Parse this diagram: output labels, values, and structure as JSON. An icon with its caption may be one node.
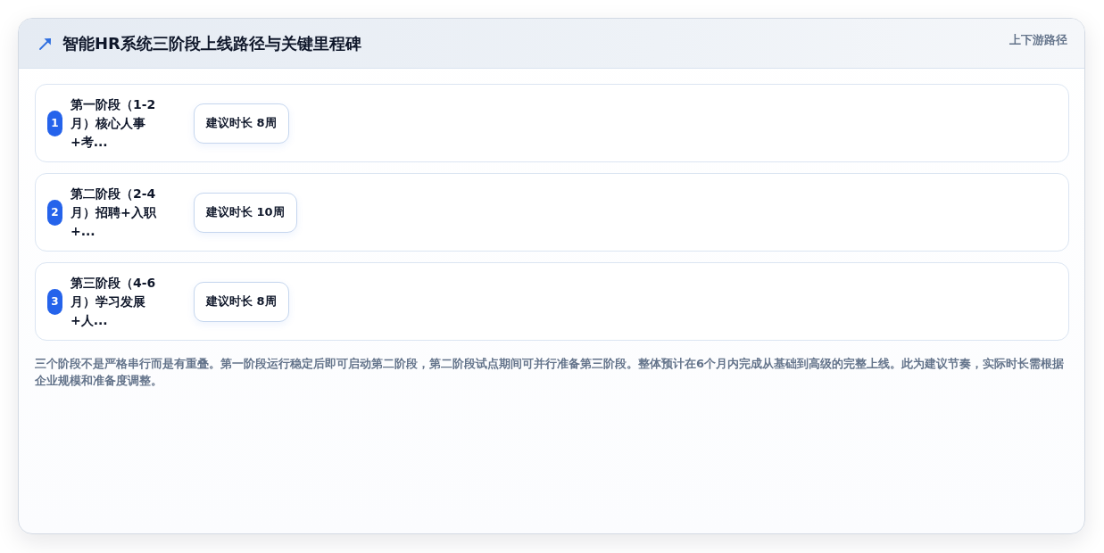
{
  "diagram": {
    "title": "智能HR系统三阶段上线路径与关键里程碑",
    "nodes": [
      {
        "text": [
          "第一阶段（1-2月）核心人事+考..."
        ]
      },
      {
        "text": [
          "1"
        ],
        "in": 0
      },
      {
        "text": [
          "建议时长 8周"
        ],
        "in": 0
      },
      {
        "text": [
          "第二阶段（2-4月）招聘+入职+..."
        ]
      },
      {
        "text": [
          "2"
        ],
        "in": 3
      },
      {
        "text": [
          "建议时长 10周"
        ],
        "in": 3
      },
      {
        "text": [
          "第三阶段（4-6月）学习发展+人..."
        ]
      },
      {
        "text": [
          "3"
        ],
        "in": 6
      },
      {
        "text": [
          "建议时长 8周"
        ],
        "in": 6
      }
    ],
    "labels": [
      "上下游路径"
    ],
    "caption": "三个阶段不是严格串行而是有重叠。第一阶段运行稳定后即可启动第二阶段，第二阶段试点期间可并行准备第三阶段。整体预计在6个月内完成从基础到高级的完整上线。此为建议节奏，实际时长需根据企业规模和准备度调整。"
  }
}
